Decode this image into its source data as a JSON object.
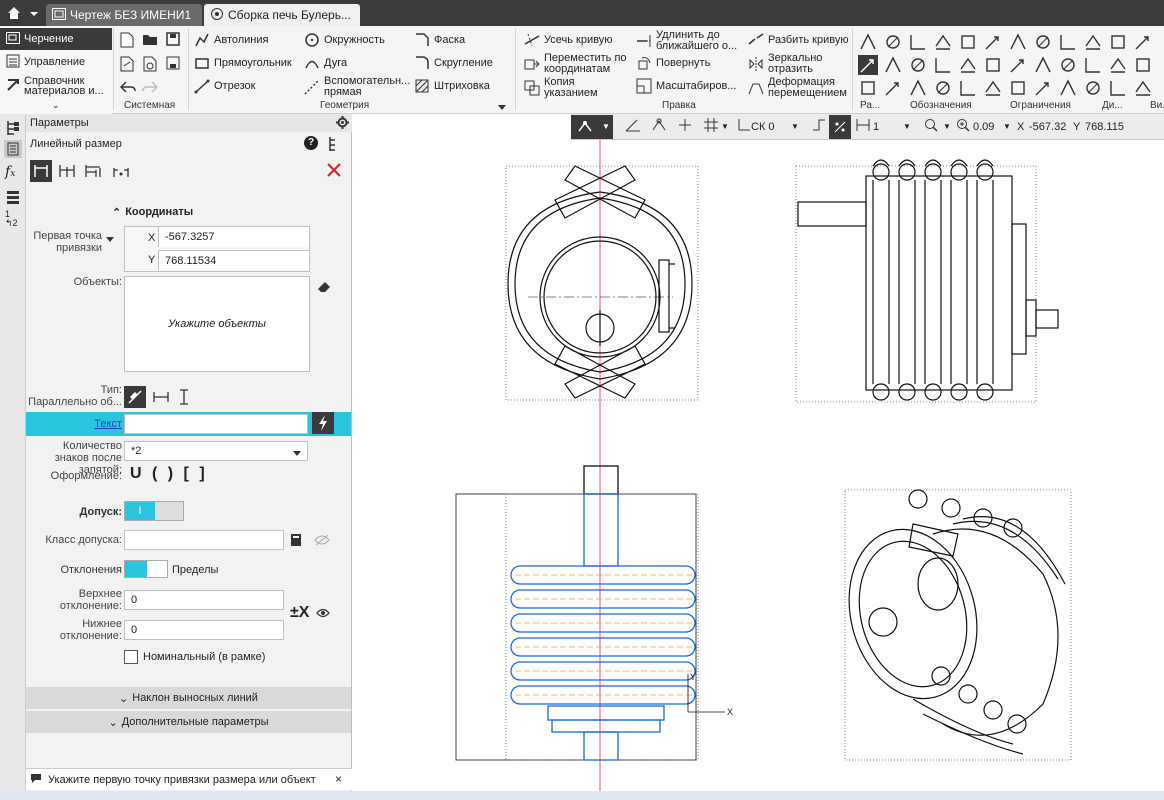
{
  "titlebar": {
    "tabs": [
      {
        "label": "Чертеж БЕЗ ИМЕНИ1"
      },
      {
        "label": "Сборка печь Булерь..."
      }
    ]
  },
  "nav": {
    "items": [
      {
        "label": "Черчение"
      },
      {
        "label": "Управление"
      },
      {
        "label": "Справочник материалов и..."
      }
    ]
  },
  "ribbon": {
    "system_label": "Системная",
    "geometry": {
      "label": "Геометрия",
      "col1": [
        "Автолиния",
        "Прямоугольник",
        "Отрезок"
      ],
      "col2": [
        "Окружность",
        "Дуга",
        "Вспомогательн... прямая"
      ],
      "col3": [
        "Фаска",
        "Скругление",
        "Штриховка"
      ]
    },
    "edit": {
      "label": "Правка",
      "col1": [
        "Усечь кривую",
        "Переместить по координатам",
        "Копия указанием"
      ],
      "col2": [
        "Удлинить до ближайшего о...",
        "Повернуть",
        "Масштабиров..."
      ],
      "col3": [
        "Разбить кривую",
        "Зеркально отразить",
        "Деформация перемещением"
      ]
    },
    "group_labels": [
      "Ра...",
      "Обозначения",
      "Ограничения",
      "Ди...",
      "Ви..."
    ]
  },
  "panel": {
    "title": "Параметры",
    "subtitle": "Линейный размер",
    "coords_header": "Координаты",
    "first_point_label": "Первая точка привязки",
    "x_label": "X",
    "x_value": "-567.3257",
    "y_label": "Y",
    "y_value": "768.11534",
    "objects_label": "Объекты:",
    "objects_hint": "Укажите объекты",
    "type_label": "Тип:",
    "type_sub": "Параллельно об...",
    "text_label": "Текст",
    "decimals_label": "Количество знаков после запятой:",
    "decimals_value": "*2",
    "formatting_label": "Оформление:",
    "formatting_glyphs": "U ( ) [ ]",
    "tolerance_label": "Допуск:",
    "tolerance_class_label": "Класс допуска:",
    "deviations_label": "Отклонения",
    "limits_label": "Пределы",
    "upper_label": "Верхнее отклонение:",
    "upper_value": "0",
    "lower_label": "Нижнее отклонение:",
    "lower_value": "0",
    "nominal_label": "Номинальный (в рамке)",
    "slope_section": "Наклон выносных линий",
    "extra_section": "Дополнительные параметры"
  },
  "status": {
    "message": "Укажите первую точку привязки размера или объект"
  },
  "view_toolbar": {
    "cs": "СК 0",
    "scale": "1",
    "zoom": "0.09",
    "x_label": "X",
    "x": "-567.32",
    "y_label": "Y",
    "y": "768.115"
  },
  "drawing": {
    "axis_x_label": "X",
    "axis_y_label": "Y"
  },
  "colors": {
    "accent": "#29c4de",
    "selection_blue": "#1a6bdc",
    "cursor_red": "#ff4d6d",
    "close_red": "#e0242f"
  }
}
